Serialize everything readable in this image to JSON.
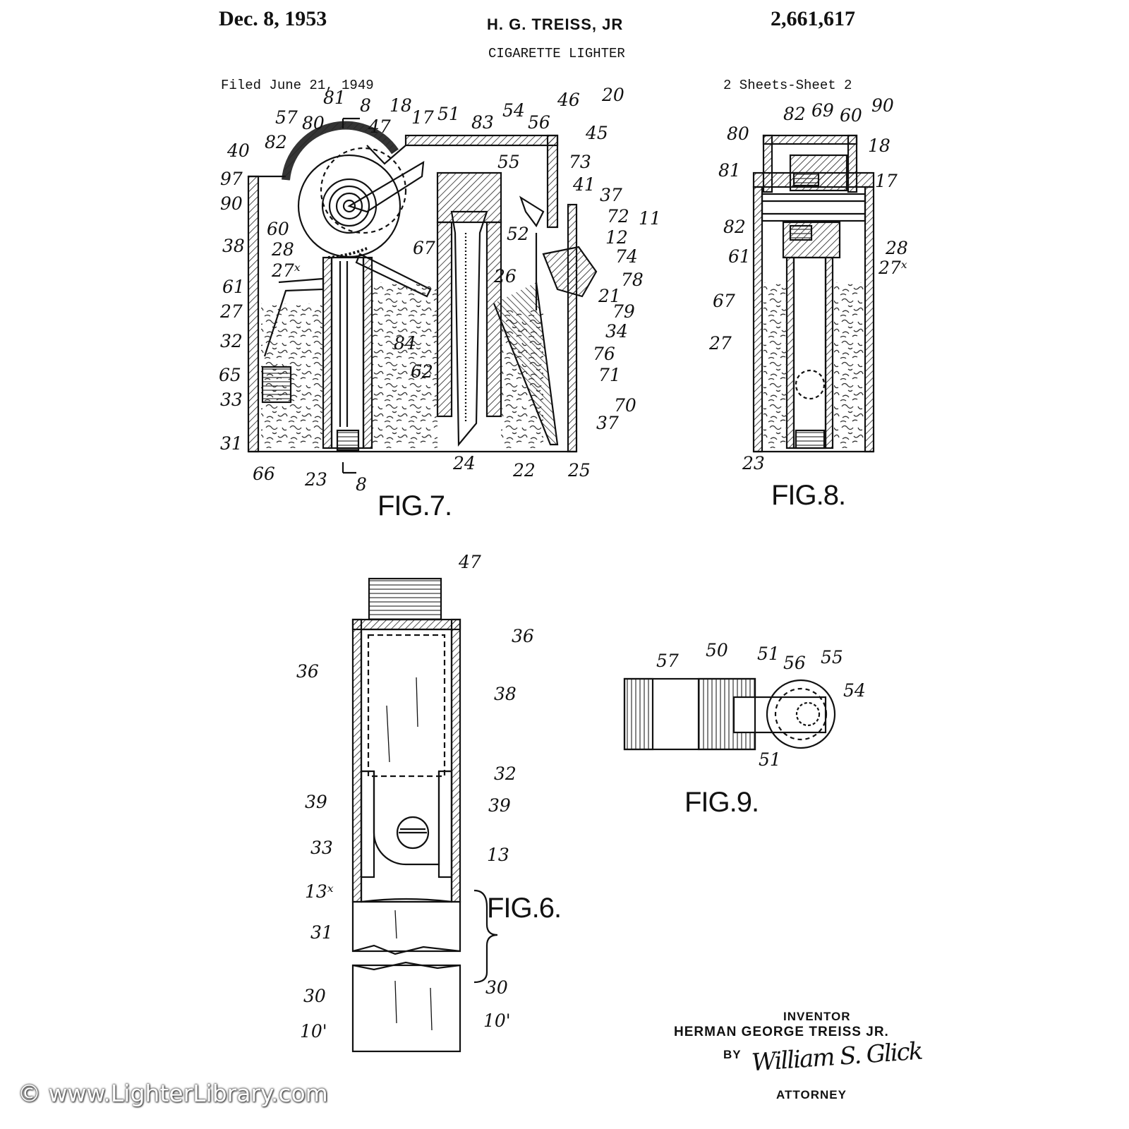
{
  "header": {
    "date": "Dec. 8, 1953",
    "inventor_short": "H. G. TREISS, JR",
    "patent_number": "2,661,617",
    "title": "CIGARETTE LIGHTER",
    "filed": "Filed June 21, 1949",
    "sheets": "2 Sheets-Sheet 2"
  },
  "figures": {
    "fig7": {
      "label": "FIG.7.",
      "refs": [
        "57",
        "81",
        "8",
        "18",
        "17",
        "51",
        "83",
        "54",
        "46",
        "20",
        "80",
        "47",
        "56",
        "45",
        "40",
        "82",
        "55",
        "73",
        "97",
        "41",
        "90",
        "37",
        "72",
        "11",
        "60",
        "52",
        "12",
        "38",
        "28",
        "67",
        "74",
        "27ˣ",
        "78",
        "61",
        "26",
        "21",
        "27",
        "79",
        "84",
        "34",
        "32",
        "62",
        "76",
        "65",
        "71",
        "33",
        "70",
        "31",
        "37",
        "24",
        "22",
        "25",
        "66",
        "23",
        "8"
      ]
    },
    "fig8": {
      "label": "FIG.8.",
      "refs": [
        "82",
        "69",
        "60",
        "90",
        "80",
        "18",
        "81",
        "17",
        "82",
        "28",
        "61",
        "27ˣ",
        "67",
        "27",
        "23"
      ]
    },
    "fig6": {
      "label": "FIG.6.",
      "refs": [
        "47",
        "36",
        "36",
        "38",
        "32",
        "39",
        "39",
        "33",
        "13",
        "13ˣ",
        "31",
        "30",
        "30",
        "10'",
        "10'"
      ]
    },
    "fig9": {
      "label": "FIG.9.",
      "refs": [
        "57",
        "50",
        "51",
        "56",
        "55",
        "54",
        "51"
      ]
    }
  },
  "signature": {
    "inventor_label": "INVENTOR",
    "inventor_name": "HERMAN GEORGE TREISS JR.",
    "by": "BY",
    "handwriting": "William S. Glick",
    "attorney": "ATTORNEY"
  },
  "watermark": "© www.LighterLibrary.com"
}
